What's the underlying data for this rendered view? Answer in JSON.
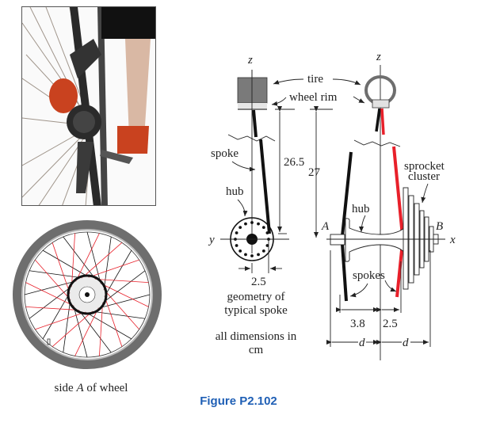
{
  "figure": {
    "caption": "Figure P2.102",
    "caption_color": "#1f5fb5",
    "spoke_black_color": "#111111",
    "spoke_red_color": "#e8202a"
  },
  "photo": {
    "description": "rear bicycle wheel with sprocket cluster and rider's legs"
  },
  "wheel": {
    "caption_prefix": "side ",
    "caption_side": "A",
    "caption_suffix": " of wheel"
  },
  "left_diagram": {
    "axis_z": "z",
    "axis_y": "y",
    "label_spoke": "spoke",
    "label_hub": "hub",
    "dim_26_5": "26.5",
    "dim_27": "27",
    "dim_2_5": "2.5",
    "note_line1": "geometry of",
    "note_line2": "typical spoke",
    "units_line1": "all dimensions in",
    "units_line2": "cm"
  },
  "center_labels": {
    "tire": "tire",
    "wheel_rim": "wheel rim"
  },
  "right_diagram": {
    "axis_z": "z",
    "axis_x": "x",
    "point_a": "A",
    "point_b": "B",
    "label_hub": "hub",
    "label_spokes": "spokes",
    "label_sprocket_1": "sprocket",
    "label_sprocket_2": "cluster",
    "dim_3_8": "3.8",
    "dim_2_5": "2.5",
    "dim_d_left": "d",
    "dim_d_right": "d"
  }
}
